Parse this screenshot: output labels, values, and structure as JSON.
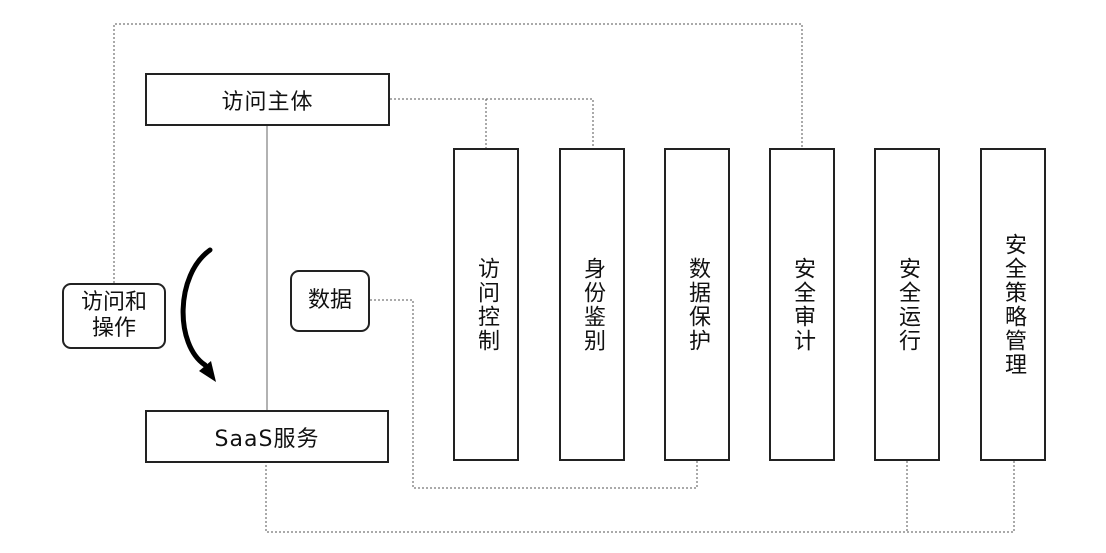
{
  "diagram": {
    "top_box": "访问主体",
    "bottom_box": "SaaS服务",
    "ops_box": "访问和\n操作",
    "data_box": "数据",
    "pillars": [
      "访问控制",
      "身份鉴别",
      "数据保护",
      "安全审计",
      "安全运行",
      "安全策略管理"
    ]
  }
}
